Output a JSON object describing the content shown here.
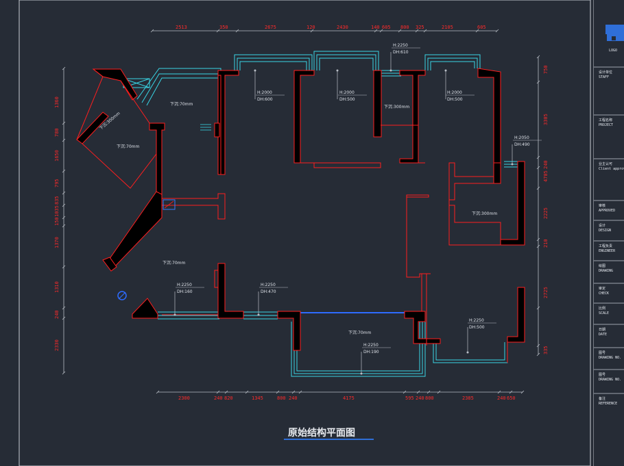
{
  "drawing_title": "原始结构平面图",
  "top_dimensions": [
    "2513",
    "350",
    "2675",
    "120",
    "2430",
    "140",
    "605",
    "800",
    "325",
    "2105",
    "605"
  ],
  "bottom_dimensions": [
    "2300",
    "240",
    "820",
    "1345",
    "800",
    "240",
    "4175",
    "595",
    "240",
    "800",
    "2385",
    "240",
    "650"
  ],
  "left_dimensions": [
    "1360",
    "780",
    "1650",
    "795",
    "835",
    "1035",
    "150",
    "1370",
    "1310",
    "240",
    "2330"
  ],
  "right_dimensions": [
    "750",
    "3305",
    "240",
    "4705",
    "2225",
    "210",
    "2725",
    "335"
  ],
  "window_labels": [
    {
      "h": "H:2000",
      "dh": "DH:600"
    },
    {
      "h": "H:2000",
      "dh": "DH:500"
    },
    {
      "h": "H:2250",
      "dh": "DH:610"
    },
    {
      "h": "H:2000",
      "dh": "DH:500"
    },
    {
      "h": "H:2050",
      "dh": "DH:490"
    },
    {
      "h": "H:2250",
      "dh": "DH:160"
    },
    {
      "h": "H:2250",
      "dh": "DH:470"
    },
    {
      "h": "H:2250",
      "dh": "DH:190"
    },
    {
      "h": "H:2250",
      "dh": "DH:500"
    }
  ],
  "room_notes": [
    "下沉:70mm",
    "下沉:300mm",
    "下沉:70mm",
    "下沉:300mm",
    "下沉:300mm",
    "下沉:70mm",
    "下沉:70mm"
  ],
  "title_block": {
    "logo_text": "LOGO",
    "rows": [
      {
        "label": "设计单位",
        "sub": "STAFF"
      },
      {
        "label": "工程名称",
        "sub": "PROJECT"
      },
      {
        "label": "业主认可",
        "sub": "Client approval"
      },
      {
        "label": "审核",
        "sub": "APPROVED"
      },
      {
        "label": "设计",
        "sub": "DESIGN"
      },
      {
        "label": "工程负责",
        "sub": "ENGINEER"
      },
      {
        "label": "绘图",
        "sub": "DRAWING"
      },
      {
        "label": "审定",
        "sub": "CHECK"
      },
      {
        "label": "比例",
        "sub": "SCALE"
      },
      {
        "label": "日期",
        "sub": "DATE"
      },
      {
        "label": "图号",
        "sub": "DRAWING NO."
      },
      {
        "label": "图号",
        "sub": "DRAWING NO."
      },
      {
        "label": "备注",
        "sub": "REFERENCE"
      }
    ]
  },
  "colors": {
    "background": "#262c36",
    "wall_fill": "#000000",
    "wall_outline": "#ff1e1e",
    "window_line": "#39d6e6",
    "dimension_line": "#b9bec6",
    "dimension_text": "#ff2a2a",
    "title_blue": "#2f6fd8"
  }
}
